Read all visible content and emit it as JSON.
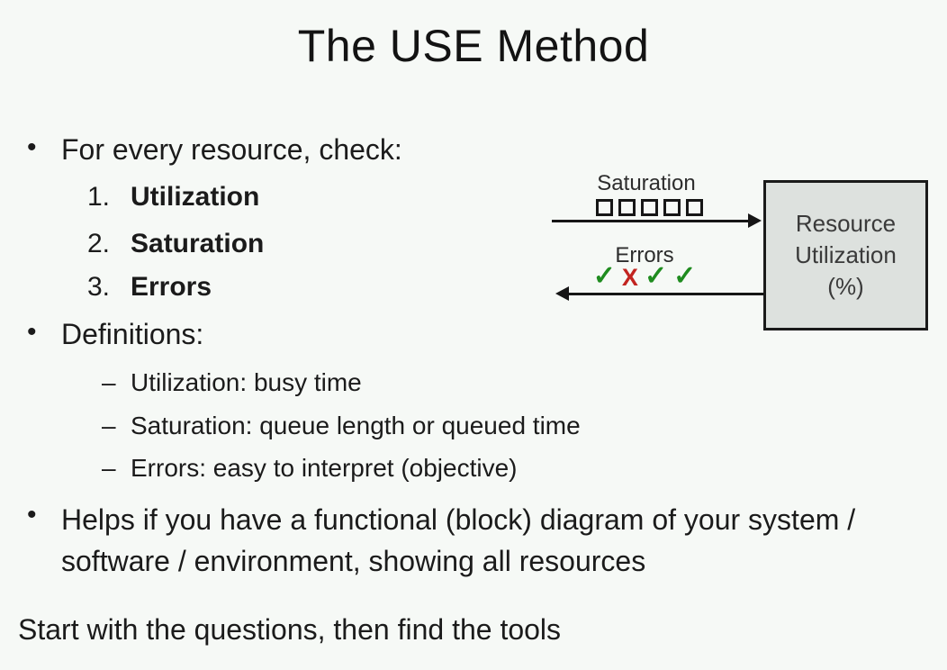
{
  "slide": {
    "title": "The USE Method",
    "colors": {
      "background": "#f6f9f6",
      "text": "#1b1b1b",
      "accent_green": "#1f8c1f",
      "accent_red": "#c22420",
      "box_fill": "#dde1de",
      "box_border": "#1a1a1a",
      "arrow": "#161616"
    }
  },
  "bullets": {
    "marker": "•",
    "dash": "–",
    "check": {
      "label": "For every resource, check:",
      "items": [
        {
          "number": "1.",
          "label": "Utilization"
        },
        {
          "number": "2.",
          "label": "Saturation"
        },
        {
          "number": "3.",
          "label": "Errors"
        }
      ]
    },
    "definitions": {
      "label": "Definitions:",
      "items": [
        {
          "label": "Utilization: busy time"
        },
        {
          "label": "Saturation: queue length or queued time"
        },
        {
          "label": "Errors: easy to interpret (objective)"
        }
      ]
    },
    "helps": {
      "label": "Helps if you have a functional (block) diagram of your system / software / environment, showing all resources"
    }
  },
  "footer": {
    "label": "Start with the questions, then find the tools"
  },
  "diagram": {
    "saturation_label": "Saturation",
    "queue_slot_count": 5,
    "errors_label": "Errors",
    "marks": [
      {
        "glyph": "✓",
        "color": "#1f8c1f"
      },
      {
        "glyph": "X",
        "color": "#c22420"
      },
      {
        "glyph": "✓",
        "color": "#1f8c1f"
      },
      {
        "glyph": "✓",
        "color": "#1f8c1f"
      }
    ],
    "box": {
      "lines": [
        "Resource",
        "Utilization",
        "(%)"
      ]
    }
  }
}
